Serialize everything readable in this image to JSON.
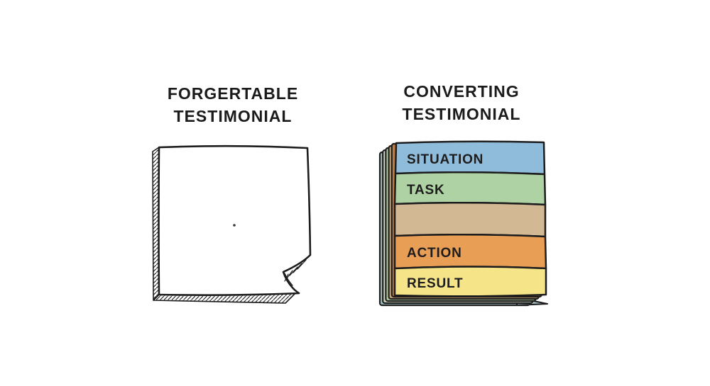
{
  "page": {
    "background": "#ffffff",
    "ink": "#1d1d1d"
  },
  "left_panel": {
    "title_line1": "FORGERTABLE",
    "title_line2": "TESTIMONIAL",
    "page_fill": "#ffffff",
    "dot_color": "#3a3a3a"
  },
  "right_panel": {
    "title_line1": "CONVERTING",
    "title_line2": "TESTIMONIAL",
    "bands": [
      {
        "label": "SITUATION",
        "color": "#8fbcdb"
      },
      {
        "label": "TASK",
        "color": "#afd2a5"
      },
      {
        "label": "",
        "color": "#d2b893"
      },
      {
        "label": "ACTION",
        "color": "#e99e56"
      },
      {
        "label": "RESULT",
        "color": "#f6e489"
      }
    ],
    "back_sheet_colors": [
      "#c07c3e",
      "#c9a471",
      "#b5cfa2",
      "#cfd6c4",
      "#a3bcbd"
    ]
  }
}
